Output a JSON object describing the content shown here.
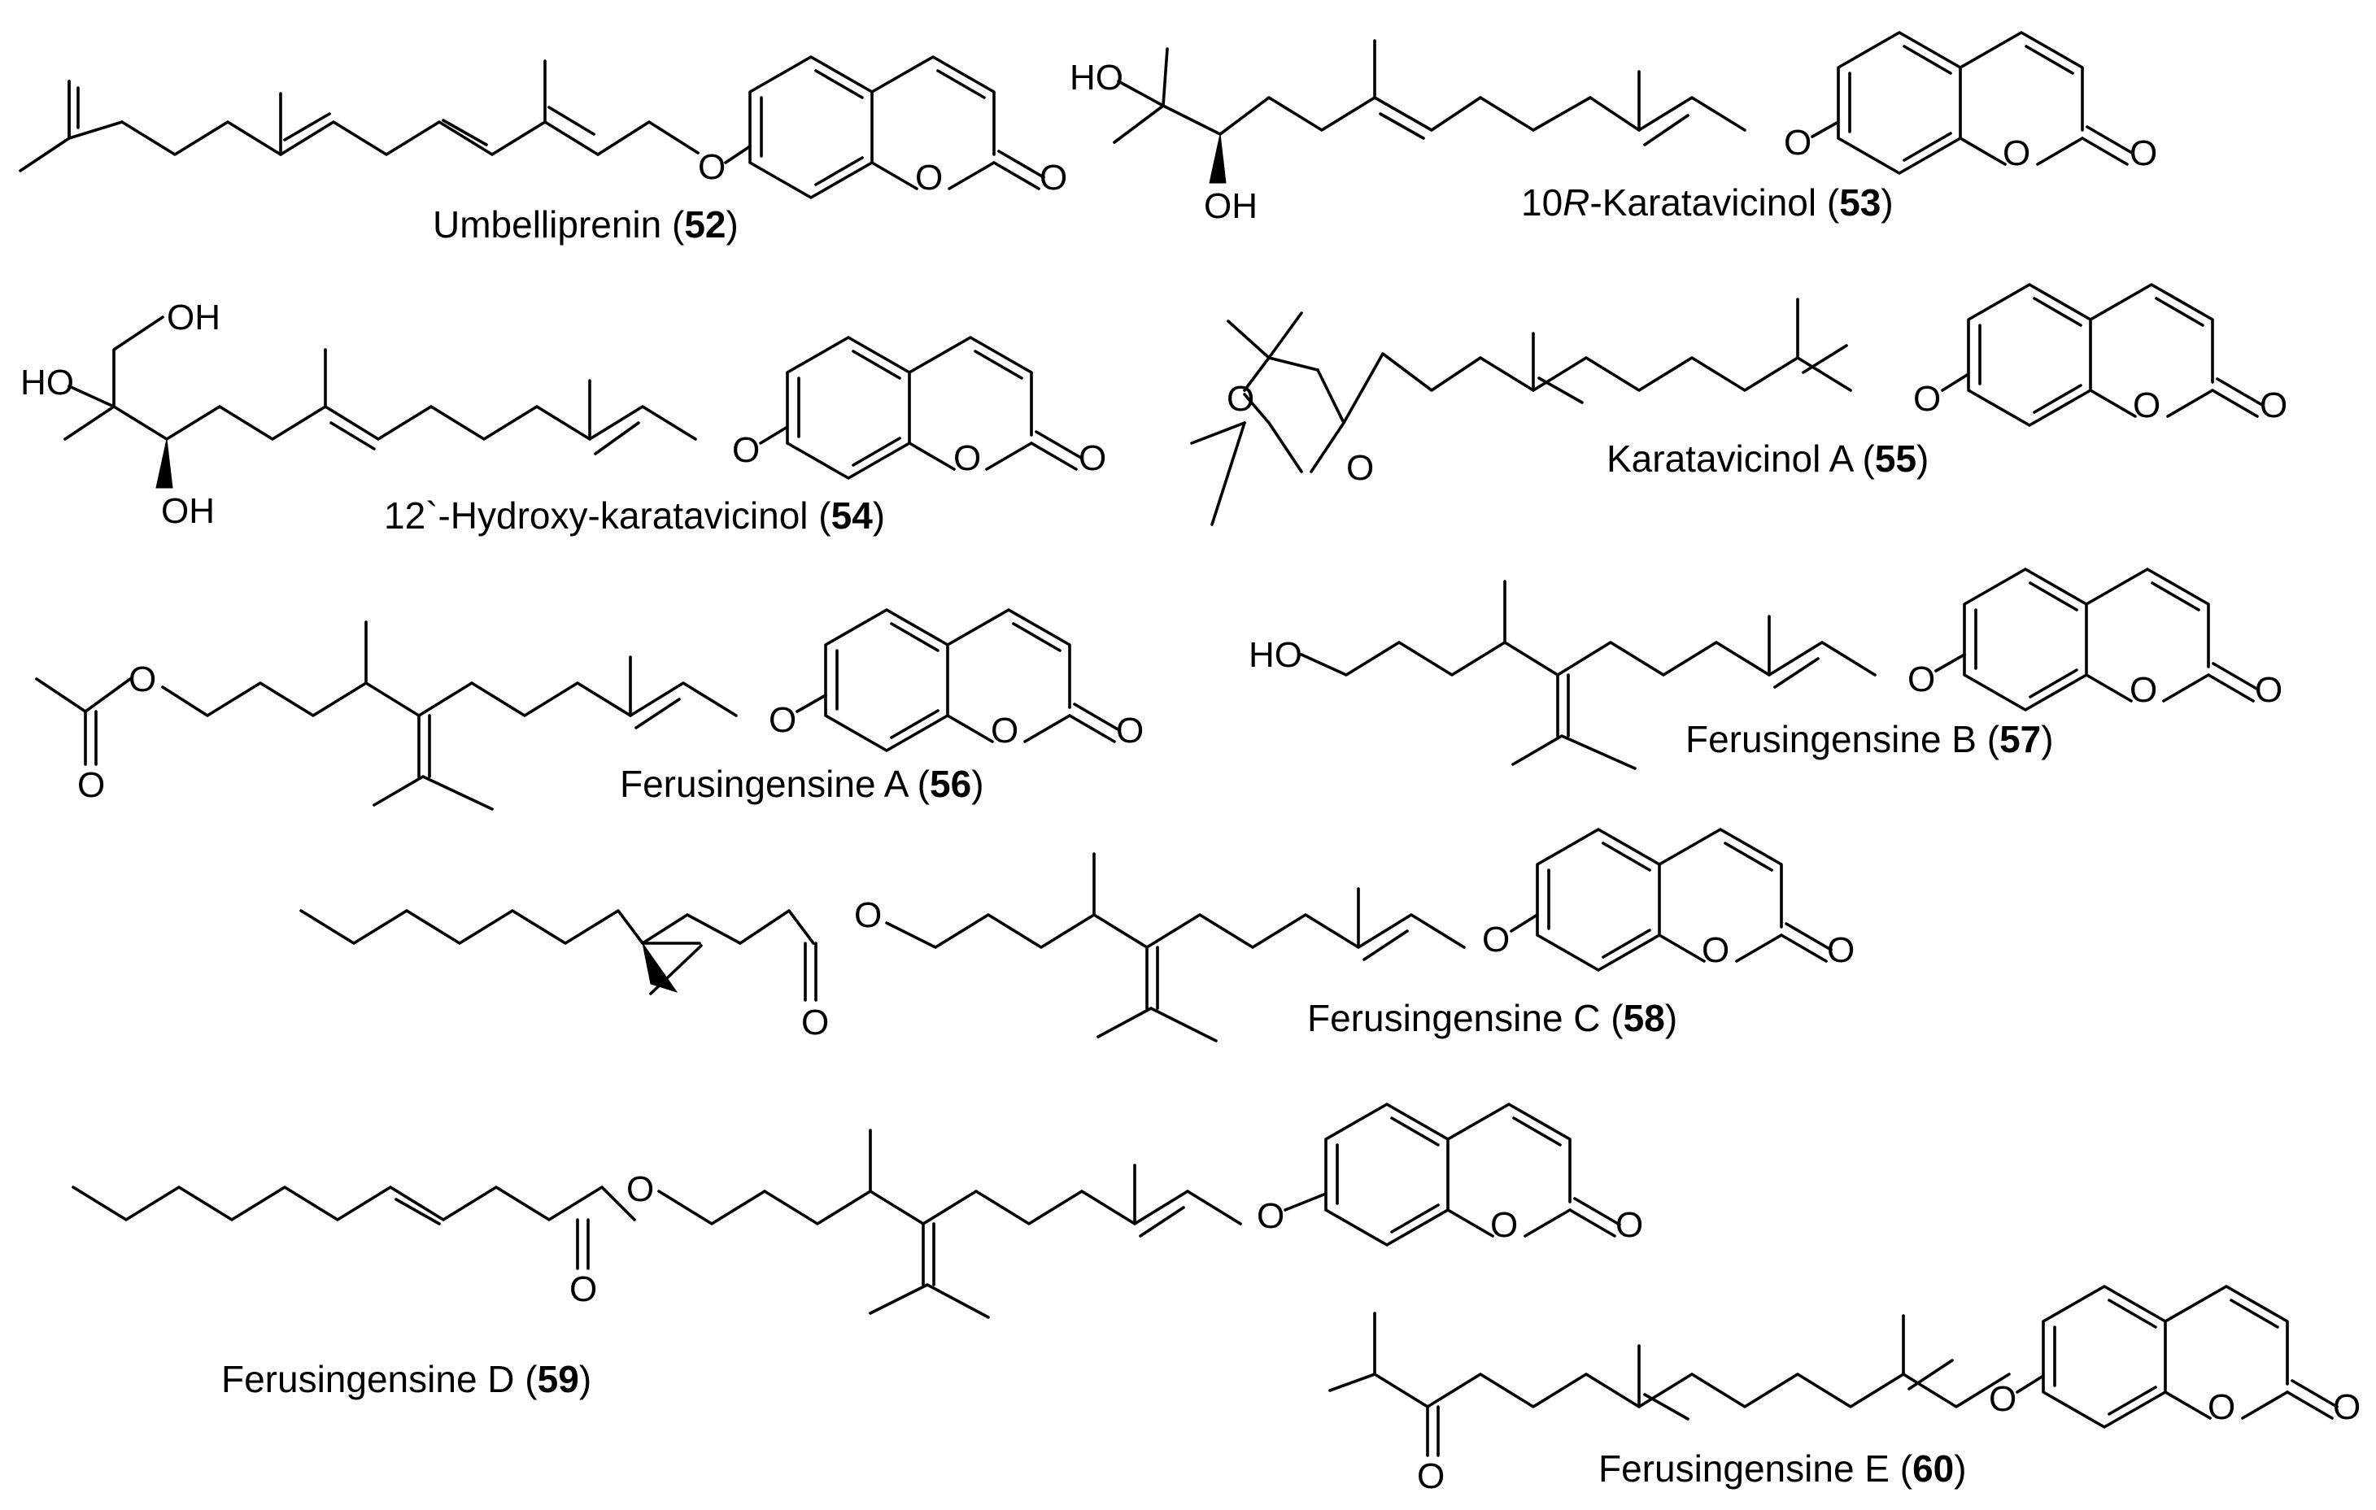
{
  "figure": {
    "compounds": [
      {
        "id": "c52",
        "name": "Umbelliprenin",
        "number": "52"
      },
      {
        "id": "c53",
        "name": "10R-Karatavicinol",
        "name_prefix": "10",
        "name_italic": "R",
        "name_suffix": "-Karatavicinol",
        "number": "53"
      },
      {
        "id": "c54",
        "name": "12`-Hydroxy-karatavicinol",
        "number": "54"
      },
      {
        "id": "c55",
        "name": "Karatavicinol A",
        "number": "55"
      },
      {
        "id": "c56",
        "name": "Ferusingensine A",
        "number": "56"
      },
      {
        "id": "c57",
        "name": "Ferusingensine B",
        "number": "57"
      },
      {
        "id": "c58",
        "name": "Ferusingensine C",
        "number": "58"
      },
      {
        "id": "c59",
        "name": "Ferusingensine D",
        "number": "59"
      },
      {
        "id": "c60",
        "name": "Ferusingensine E",
        "number": "60"
      }
    ],
    "atom_labels": {
      "O": "O",
      "OH": "OH",
      "HO": "HO"
    },
    "punct": {
      "open": " (",
      "close": ")"
    }
  }
}
